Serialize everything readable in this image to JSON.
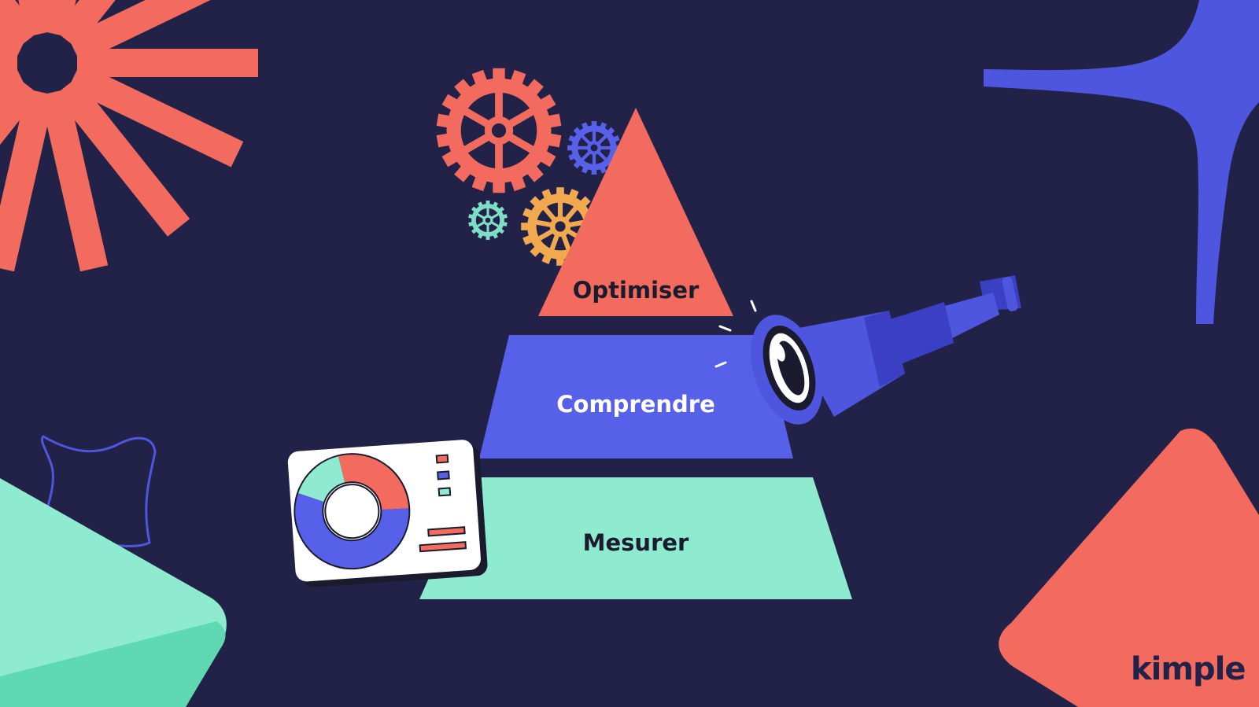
{
  "diagram": {
    "tiers": [
      {
        "label": "Optimiser",
        "fill": "#F26B5E",
        "text_color": "#1B1B2E"
      },
      {
        "label": "Comprendre",
        "fill": "#5660E8",
        "text_color": "#FFFFFF"
      },
      {
        "label": "Mesurer",
        "fill": "#8EEBD0",
        "text_color": "#1B1B2E"
      }
    ]
  },
  "brand": {
    "logo_text": "kimple"
  },
  "colors": {
    "background": "#222248",
    "coral": "#F26B5E",
    "indigo": "#5660E8",
    "mint": "#8EEBD0",
    "amber": "#F2A84E",
    "teal": "#7FDCC6"
  },
  "decorations": {
    "icons": [
      "sunburst-shape",
      "gear-icon",
      "telescope-icon",
      "donut-chart-card-icon",
      "four-point-star-shape",
      "outline-star-shape",
      "mint-triangle-shape",
      "coral-triangle-shape"
    ]
  }
}
